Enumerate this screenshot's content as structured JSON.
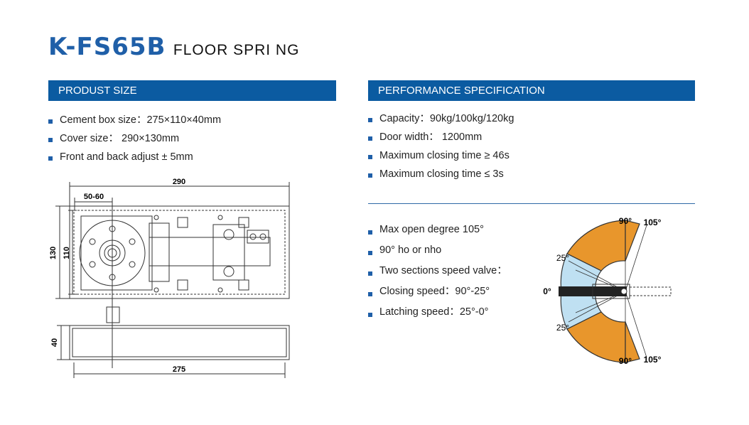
{
  "header": {
    "model": "K-FS65B",
    "subtitle": "FLOOR SPRI NG"
  },
  "product_size": {
    "title": "PRODUST SIZE",
    "items": [
      "Cement box size：275×110×40mm",
      "Cover size：  290×130mm",
      "Front and back adjust ± 5mm"
    ]
  },
  "performance": {
    "title": "PERFORMANCE SPECIFICATION",
    "items": [
      "Capacity：90kg/100kg/120kg",
      "Door width：  1200mm",
      "Maximum closing time ≥ 46s",
      "Maximum closing time ≤ 3s"
    ]
  },
  "features": {
    "items": [
      "Max open degree 105°",
      "90° ho or nho",
      "Two sections speed valve：",
      "Closing speed：90°-25°",
      "Latching speed：25°-0°"
    ]
  },
  "drawing": {
    "dim_width": "290",
    "dim_offset": "50-60",
    "dim_height_outer": "130",
    "dim_height_inner": "110",
    "dim_depth": "40",
    "dim_length": "275"
  },
  "angle_diagram": {
    "label_90_top": "90°",
    "label_105_top": "105°",
    "label_25_top": "25°",
    "label_0": "0°",
    "label_25_bottom": "25°",
    "label_90_bottom": "90°",
    "label_105_bottom": "105°",
    "colors": {
      "closing_zone": "#e8962c",
      "latching_zone": "#bfe0f2"
    }
  }
}
